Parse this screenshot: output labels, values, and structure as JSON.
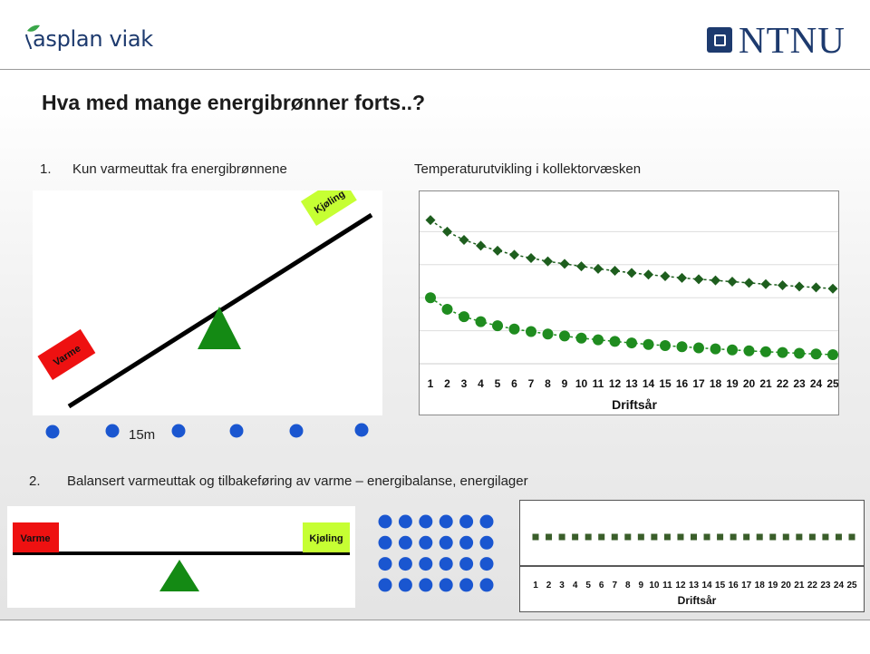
{
  "header": {
    "logo_left": "asplan viak",
    "logo_right": "NTNU"
  },
  "slide": {
    "title": "Hva med mange energibrønner forts..?",
    "section1": {
      "number": "1.",
      "label": "Kun varmeuttak fra energibrønnene"
    },
    "section2": {
      "number": "2.",
      "label": "Balansert varmeuttak og tilbakeføring av varme – energibalanse, energilager"
    },
    "chart_caption": "Temperaturutvikling i kollektorvæsken",
    "seesaw1": {
      "left_label": "Varme",
      "right_label": "Kjøling"
    },
    "seesaw2": {
      "left_label": "Varme",
      "right_label": "Kjøling"
    },
    "spacing_label": "15m"
  },
  "colors": {
    "varme": "#ee1111",
    "kjoling": "#c6ff33",
    "pivot": "#148a14",
    "well_dot": "#1a56d0",
    "series_dark": "#1e5e1e",
    "series_bright": "#1f8c1f",
    "series_flat": "#3a5e2a"
  },
  "chart_data": [
    {
      "type": "line",
      "xlabel": "Driftsår",
      "ylabel": "",
      "x": [
        1,
        2,
        3,
        4,
        5,
        6,
        7,
        8,
        9,
        10,
        11,
        12,
        13,
        14,
        15,
        16,
        17,
        18,
        19,
        20,
        21,
        22,
        23,
        24,
        25
      ],
      "ylim": [
        0,
        10
      ],
      "grid": true,
      "series": [
        {
          "values": [
            8.7,
            8.0,
            7.5,
            7.15,
            6.85,
            6.6,
            6.4,
            6.2,
            6.05,
            5.9,
            5.75,
            5.63,
            5.5,
            5.4,
            5.3,
            5.2,
            5.12,
            5.05,
            4.97,
            4.9,
            4.82,
            4.75,
            4.68,
            4.62,
            4.55
          ]
        },
        {
          "values": [
            4.0,
            3.3,
            2.85,
            2.55,
            2.3,
            2.1,
            1.95,
            1.8,
            1.68,
            1.55,
            1.45,
            1.35,
            1.26,
            1.17,
            1.1,
            1.03,
            0.96,
            0.9,
            0.84,
            0.78,
            0.73,
            0.68,
            0.63,
            0.59,
            0.55
          ]
        }
      ]
    },
    {
      "type": "line",
      "xlabel": "Driftsår",
      "ylabel": "",
      "x": [
        1,
        2,
        3,
        4,
        5,
        6,
        7,
        8,
        9,
        10,
        11,
        12,
        13,
        14,
        15,
        16,
        17,
        18,
        19,
        20,
        21,
        22,
        23,
        24,
        25
      ],
      "ylim": [
        0,
        10
      ],
      "grid": false,
      "series": [
        {
          "values": [
            5,
            5,
            5,
            5,
            5,
            5,
            5,
            5,
            5,
            5,
            5,
            5,
            5,
            5,
            5,
            5,
            5,
            5,
            5,
            5,
            5,
            5,
            5,
            5,
            5
          ]
        }
      ]
    }
  ]
}
